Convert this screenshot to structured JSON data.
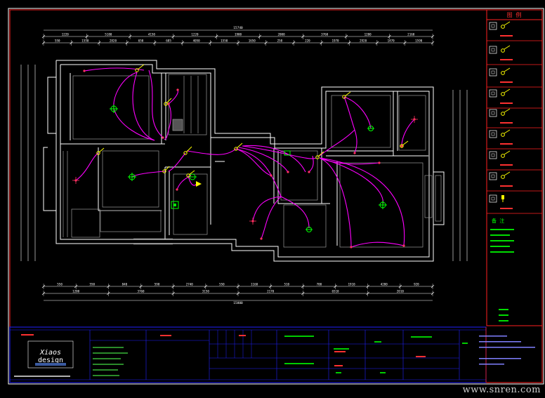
{
  "title_block": {
    "logo_line1": "Xiaos",
    "logo_line2": "design"
  },
  "legend": {
    "heading": "图 例"
  },
  "notes": {
    "heading": "备 注"
  },
  "dimensions": {
    "top_total": "15740",
    "top_row1": [
      "1220",
      "5180",
      "4150",
      "1220",
      "1900",
      "2000",
      "3760",
      "1200",
      "2160"
    ],
    "top_row2": [
      "550",
      "1550",
      "2820",
      "650",
      "685",
      "4050",
      "1550",
      "1650",
      "258",
      "220",
      "1970",
      "2920",
      "1470",
      "1590"
    ],
    "bottom_row1": [
      "550",
      "550",
      "840",
      "590",
      "2740",
      "550",
      "1160",
      "510",
      "700",
      "1910",
      "4200",
      "920"
    ],
    "bottom_row2": [
      "1200",
      "3760",
      "3150",
      "2170",
      "6510",
      "2010"
    ],
    "bottom_total": "15800"
  },
  "watermark": "www.snren.com",
  "colors": {
    "wire": "#ff00ff",
    "wall": "#ffffff",
    "frame": "#ff2020",
    "title_frame": "#2020ff",
    "dimension": "#ffffff",
    "fixture": "#00ff00",
    "switch": "#ffff00"
  }
}
